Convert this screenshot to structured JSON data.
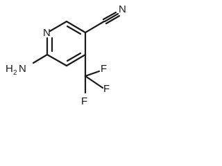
{
  "molecule": {
    "atoms": {
      "ring_nitrogen": "N",
      "nitrile_nitrogen": "N",
      "amine": {
        "element": "H",
        "subscript": "2",
        "nitrogen": "N"
      },
      "fluorine_1": "F",
      "fluorine_2": "F",
      "fluorine_3": "F"
    }
  }
}
